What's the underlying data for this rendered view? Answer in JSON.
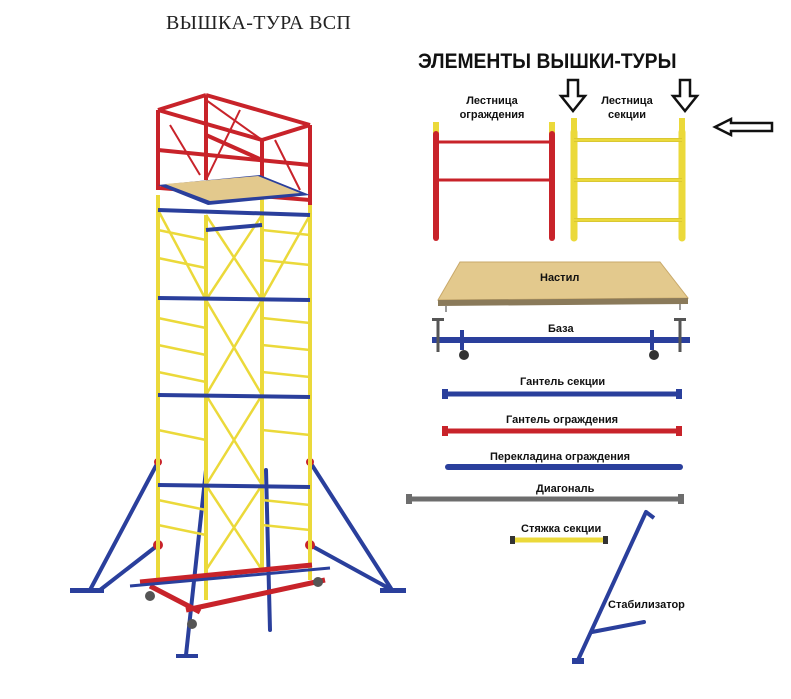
{
  "title": "ВЫШКА-ТУРА ВСП",
  "elements_title": "ЭЛЕМЕНТЫ ВЫШКИ-ТУРЫ",
  "parts": {
    "guard_ladder": [
      "Лестница",
      "ограждения"
    ],
    "section_ladder": [
      "Лестница",
      "секции"
    ],
    "deck": "Настил",
    "base": "База",
    "section_dumbbell": "Гантель секции",
    "guard_dumbbell": "Гантель ограждения",
    "guard_crossbar": "Перекладина ограждения",
    "diagonal": "Диагональ",
    "section_tie": "Стяжка секции",
    "stabilizer": "Стабилизатор"
  },
  "colors": {
    "red": "#c8232a",
    "yellow": "#ebd93a",
    "blue": "#2a3f9c",
    "gray": "#6d6d6d",
    "wood": "#e3c98d"
  }
}
